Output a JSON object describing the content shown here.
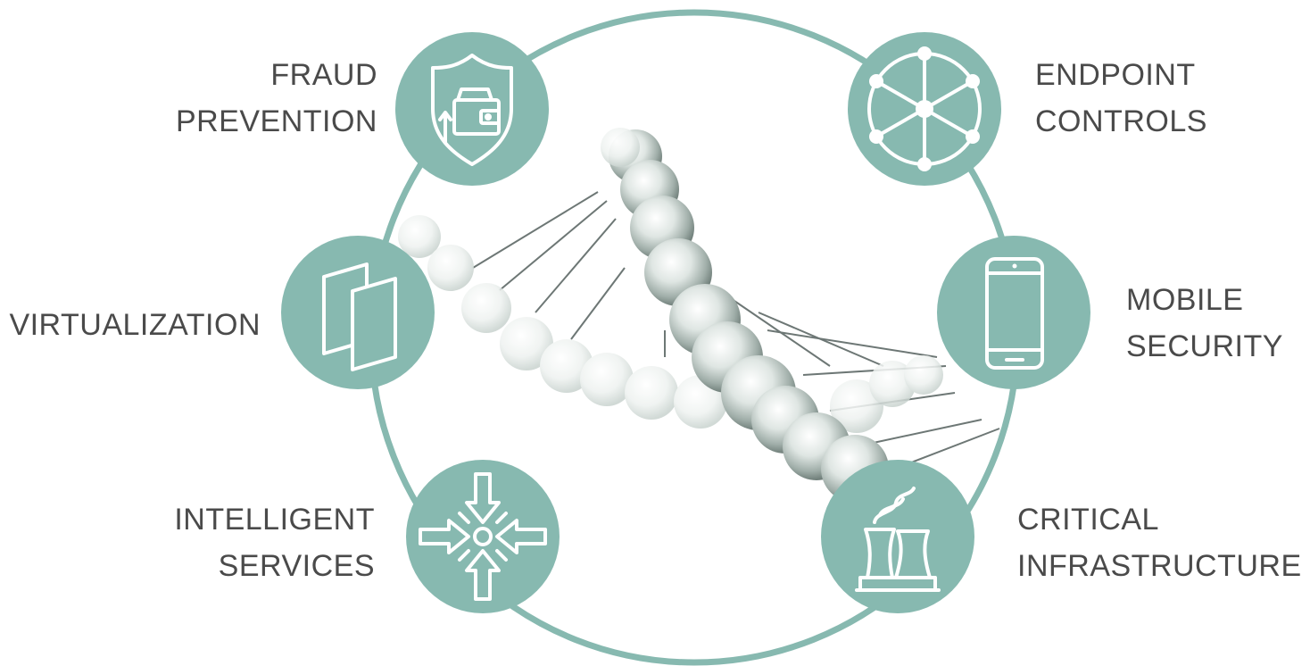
{
  "colors": {
    "accent": "#87b9b0",
    "ring": "#87b9b0",
    "text": "#4a4a4a",
    "icon_stroke": "#ffffff"
  },
  "background": {
    "image": "dna-helix"
  },
  "nodes": [
    {
      "id": "fraud",
      "icon": "shield-wallet-icon",
      "lines": [
        "FRAUD",
        "PREVENTION"
      ]
    },
    {
      "id": "endpoint",
      "icon": "network-wheel-icon",
      "lines": [
        "ENDPOINT",
        "CONTROLS"
      ]
    },
    {
      "id": "virtualization",
      "icon": "stacked-pages-icon",
      "lines": [
        "VIRTUALIZATION"
      ]
    },
    {
      "id": "mobile",
      "icon": "smartphone-icon",
      "lines": [
        "MOBILE",
        "SECURITY"
      ]
    },
    {
      "id": "intelligent",
      "icon": "converging-arrows-icon",
      "lines": [
        "INTELLIGENT",
        "SERVICES"
      ]
    },
    {
      "id": "critical",
      "icon": "power-plant-icon",
      "lines": [
        "CRITICAL",
        "INFRASTRUCTURE"
      ]
    }
  ]
}
